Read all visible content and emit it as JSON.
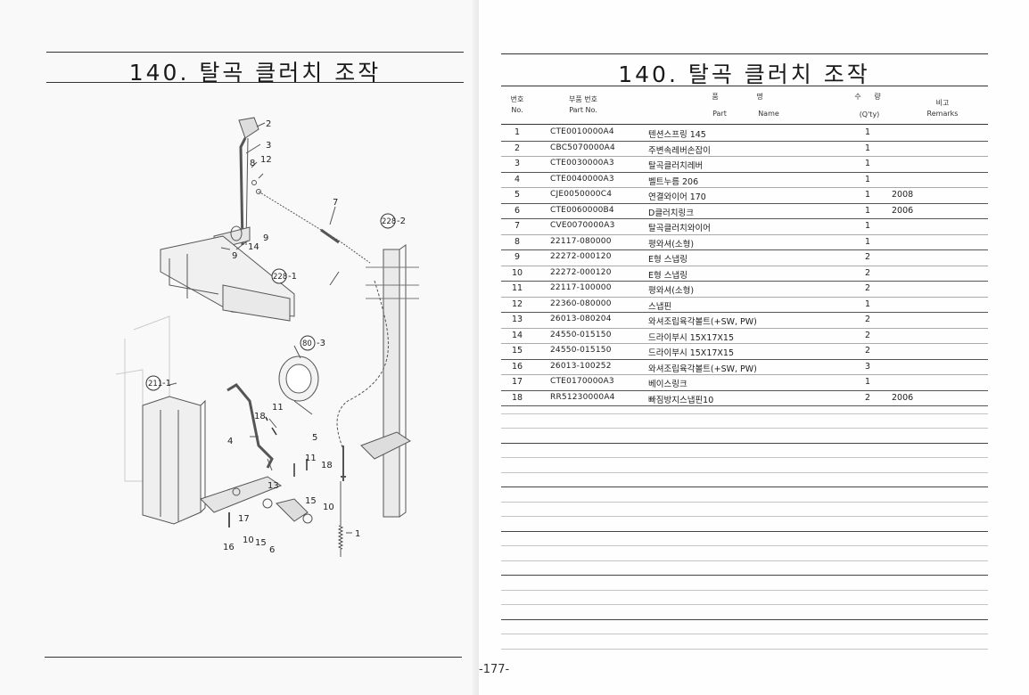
{
  "left_page": {
    "title": "140. 탈곡 클러치 조작",
    "callouts": [
      {
        "id": "c2",
        "text": "2"
      },
      {
        "id": "c3",
        "text": "3"
      },
      {
        "id": "c8",
        "text": "8"
      },
      {
        "id": "c12",
        "text": "12"
      },
      {
        "id": "c7",
        "text": "7"
      },
      {
        "id": "c14",
        "text": "14"
      },
      {
        "id": "c9a",
        "text": "9"
      },
      {
        "id": "c9b",
        "text": "9"
      },
      {
        "id": "c228-2",
        "text": "228"
      },
      {
        "id": "c228-2s",
        "text": "-2"
      },
      {
        "id": "c228-1",
        "text": "228"
      },
      {
        "id": "c228-1s",
        "text": "-1"
      },
      {
        "id": "c80",
        "text": "80"
      },
      {
        "id": "c80s",
        "text": "-3"
      },
      {
        "id": "c211",
        "text": "211"
      },
      {
        "id": "c211s",
        "text": "-1"
      },
      {
        "id": "c11a",
        "text": "11"
      },
      {
        "id": "c18a",
        "text": "18"
      },
      {
        "id": "c4",
        "text": "4"
      },
      {
        "id": "c5",
        "text": "5"
      },
      {
        "id": "c11b",
        "text": "11"
      },
      {
        "id": "c18b",
        "text": "18"
      },
      {
        "id": "c13",
        "text": "13"
      },
      {
        "id": "c15a",
        "text": "15"
      },
      {
        "id": "c10a",
        "text": "10"
      },
      {
        "id": "c17",
        "text": "17"
      },
      {
        "id": "c16",
        "text": "16"
      },
      {
        "id": "c10b",
        "text": "10"
      },
      {
        "id": "c15b",
        "text": "15"
      },
      {
        "id": "c6",
        "text": "6"
      },
      {
        "id": "c1",
        "text": "1"
      }
    ]
  },
  "right_page": {
    "title": "140. 탈곡 클러치 조작",
    "headers": {
      "no_kr": "번호",
      "no_en": "No.",
      "part_kr": "부품 번호",
      "part_en": "Part  No.",
      "name_kr_1": "품",
      "name_kr_2": "명",
      "name_en_1": "Part",
      "name_en_2": "Name",
      "qty_kr_1": "수",
      "qty_kr_2": "량",
      "qty_en": "(Q'ty)",
      "remarks_kr": "비고",
      "remarks_en": "Remarks"
    },
    "rows": [
      {
        "no": "1",
        "part": "CTE0010000A4",
        "name": "텐션스프링 145",
        "qty": "1",
        "remarks": ""
      },
      {
        "no": "2",
        "part": "CBC5070000A4",
        "name": "주변속레버손잡이",
        "qty": "1",
        "remarks": ""
      },
      {
        "no": "3",
        "part": "CTE0030000A3",
        "name": "탈곡클러치레버",
        "qty": "1",
        "remarks": ""
      },
      {
        "no": "4",
        "part": "CTE0040000A3",
        "name": "벨트누름 206",
        "qty": "1",
        "remarks": ""
      },
      {
        "no": "5",
        "part": "CJE0050000C4",
        "name": "연결와이어 170",
        "qty": "1",
        "remarks": "2008"
      },
      {
        "no": "6",
        "part": "CTE0060000B4",
        "name": "D클러치링크",
        "qty": "1",
        "remarks": "2006"
      },
      {
        "no": "7",
        "part": "CVE0070000A3",
        "name": "탈곡클러치와이어",
        "qty": "1",
        "remarks": ""
      },
      {
        "no": "8",
        "part": "22117-080000",
        "name": "평와셔(소형)",
        "qty": "1",
        "remarks": ""
      },
      {
        "no": "9",
        "part": "22272-000120",
        "name": "E형 스냅링",
        "qty": "2",
        "remarks": ""
      },
      {
        "no": "10",
        "part": "22272-000120",
        "name": "E형 스냅링",
        "qty": "2",
        "remarks": ""
      },
      {
        "no": "11",
        "part": "22117-100000",
        "name": "평와셔(소형)",
        "qty": "2",
        "remarks": ""
      },
      {
        "no": "12",
        "part": "22360-080000",
        "name": "스냅핀",
        "qty": "1",
        "remarks": ""
      },
      {
        "no": "13",
        "part": "26013-080204",
        "name": "와셔조립육각볼트(+SW, PW)",
        "qty": "2",
        "remarks": ""
      },
      {
        "no": "14",
        "part": "24550-015150",
        "name": "드라이부시 15X17X15",
        "qty": "2",
        "remarks": ""
      },
      {
        "no": "15",
        "part": "24550-015150",
        "name": "드라이부시 15X17X15",
        "qty": "2",
        "remarks": ""
      },
      {
        "no": "16",
        "part": "26013-100252",
        "name": "와셔조립육각볼트(+SW, PW)",
        "qty": "3",
        "remarks": ""
      },
      {
        "no": "17",
        "part": "CTE0170000A3",
        "name": "베이스링크",
        "qty": "1",
        "remarks": ""
      },
      {
        "no": "18",
        "part": "RR51230000A4",
        "name": "빠짐방지스냅핀10",
        "qty": "2",
        "remarks": "2006"
      }
    ],
    "page_number": "-177-"
  }
}
